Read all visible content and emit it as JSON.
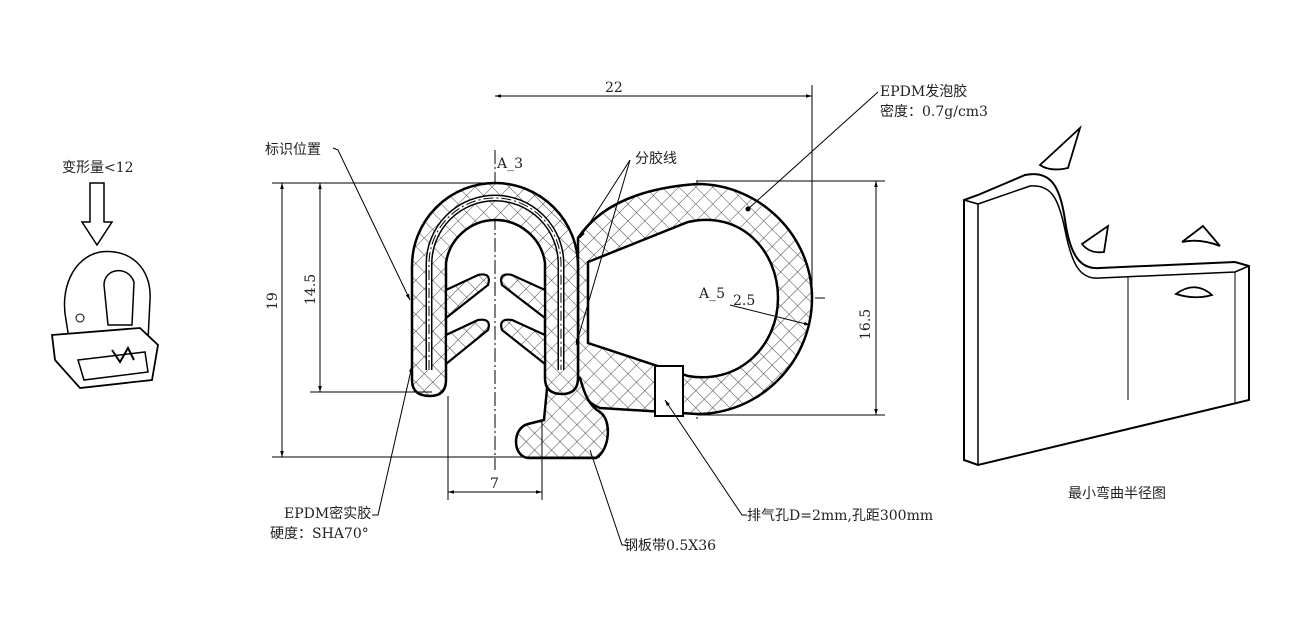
{
  "left_icon": {
    "label": "变形量<12"
  },
  "section": {
    "dim_width": "22",
    "dim_height_total": "19",
    "dim_height_u": "14.5",
    "dim_height_bulb": "16.5",
    "dim_foot": "7",
    "dim_wall": "2.5",
    "center_a3": "A_3",
    "center_a5": "A_5",
    "label_marking": "标识位置",
    "label_parting": "分胶线",
    "label_foam_1": "EPDM发泡胶",
    "label_foam_2": "密度：0.7g/cm3",
    "label_solid_1": "EPDM密实胶",
    "label_solid_2": "硬度：SHA70°",
    "label_steel": "钢板带0.5X36",
    "label_vent": "排气孔D=2mm,孔距300mm"
  },
  "bend_figure": {
    "caption": "最小弯曲半径图"
  }
}
